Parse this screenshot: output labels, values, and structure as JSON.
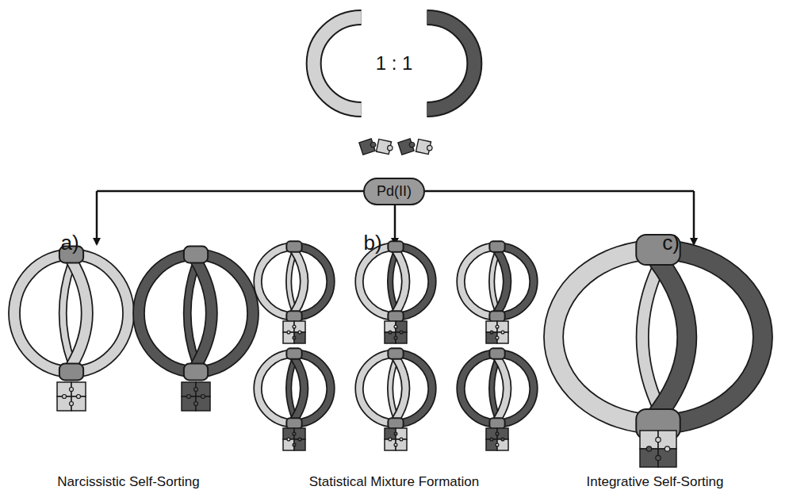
{
  "diagram": {
    "nodes": [
      {
        "text": [
          "1 : 1"
        ]
      },
      {
        "text": [
          "Pd(II)"
        ]
      }
    ],
    "labels": [
      "a)",
      "b)",
      "c)",
      "Narcissistic Self-Sorting",
      "Statistical Mixture Formation",
      "Integrative Self-Sorting"
    ]
  }
}
